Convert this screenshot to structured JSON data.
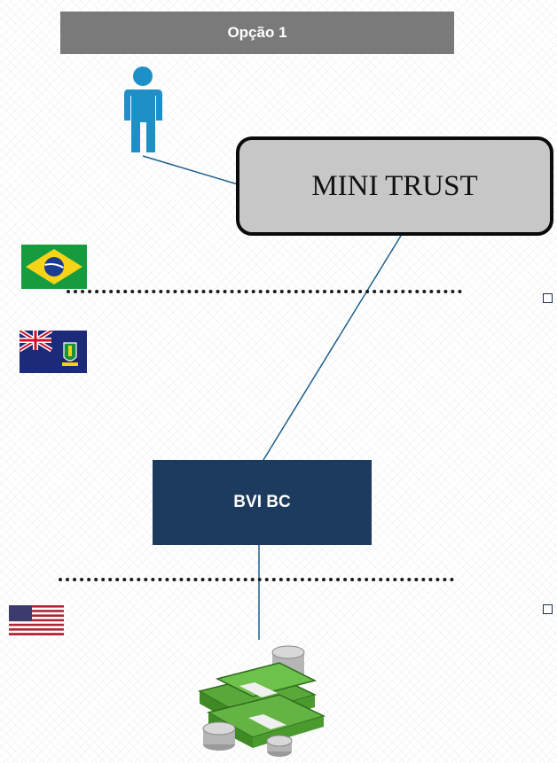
{
  "header": {
    "title": "Opção 1"
  },
  "nodes": {
    "trust_label": "MINI TRUST",
    "company_label": "BVI BC"
  },
  "icons": {
    "person": "person-icon",
    "money": "money-stack-icon",
    "flags": [
      "brazil-flag-icon",
      "british-virgin-islands-flag-icon",
      "usa-flag-icon"
    ]
  },
  "colors": {
    "header_bg": "#7a7a7a",
    "trust_bg": "#c7c7c7",
    "company_bg": "#1d3a5f",
    "person": "#1e90c8",
    "connector": "#1f5f8b"
  }
}
